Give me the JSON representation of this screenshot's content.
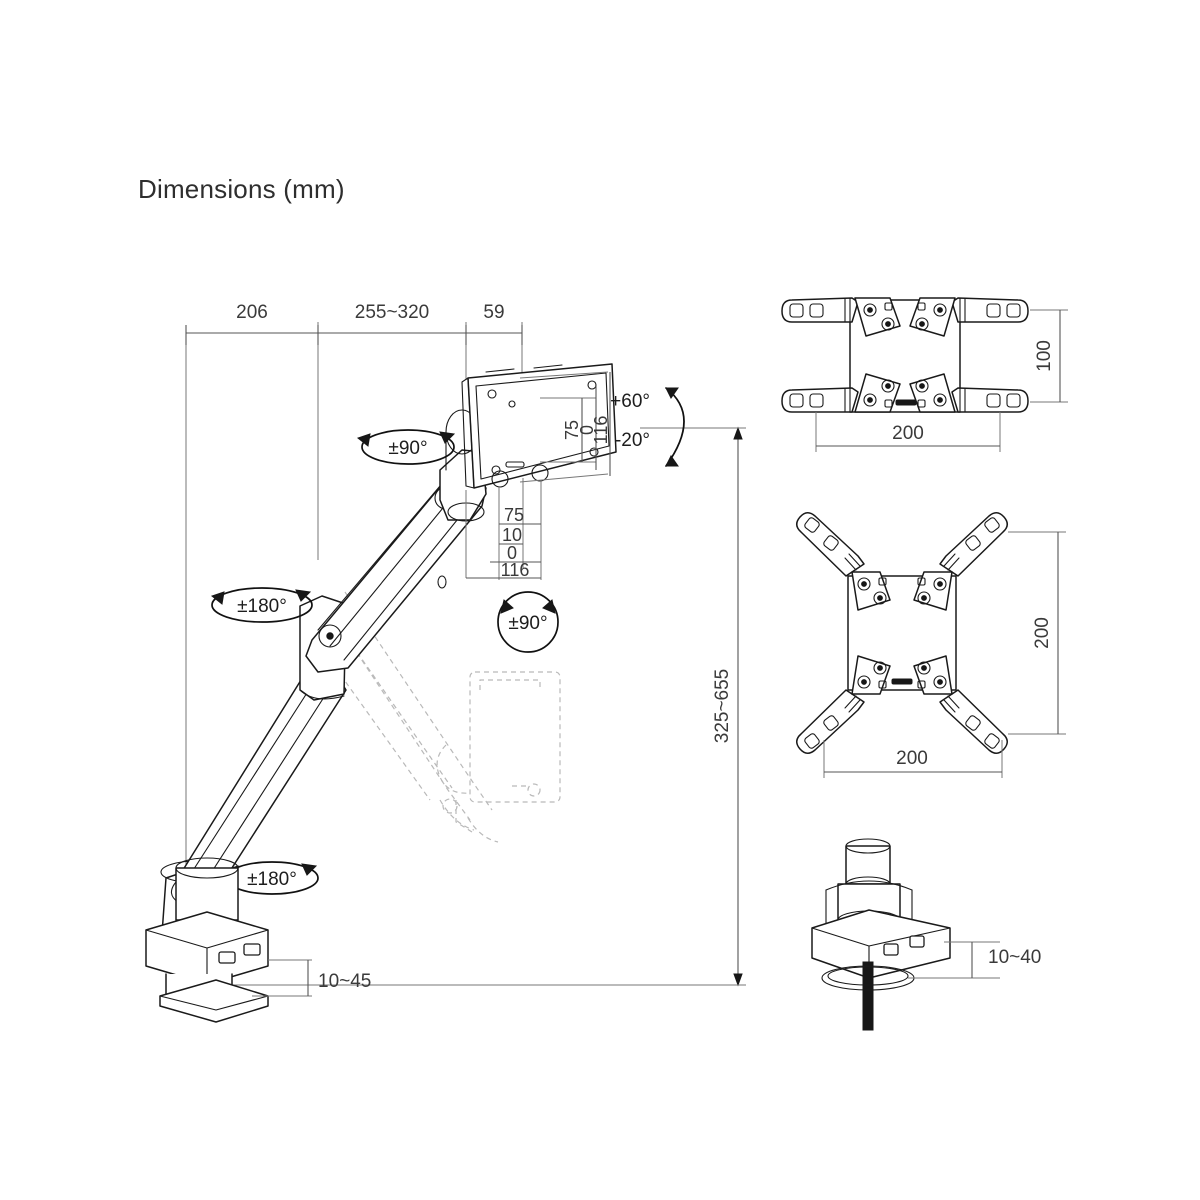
{
  "page": {
    "title": "Dimensions (mm)",
    "background_color": "#ffffff",
    "line_color": "#1a1a1a",
    "dimension_color": "#555555",
    "ghost_color": "#b9b9b9"
  },
  "main_view": {
    "name": "monitor-arm-side-view",
    "top_chain": {
      "segments": [
        {
          "label": "206"
        },
        {
          "label": "255~320"
        },
        {
          "label": "59"
        }
      ]
    },
    "vertical_right": {
      "label": "325~655"
    },
    "vesa_vertical_labels": [
      {
        "label": "75"
      },
      {
        "label": "0"
      },
      {
        "label": "116"
      }
    ],
    "vesa_horizontal_labels": [
      {
        "label": "75"
      },
      {
        "label": "10"
      },
      {
        "label": "0"
      },
      {
        "label": "116"
      }
    ],
    "tilt": {
      "up_label": "+60°",
      "down_label": "-20°"
    },
    "rotations": [
      {
        "id": "arm-upper-rotation",
        "label": "±90°",
        "style": "ellipse"
      },
      {
        "id": "post-rotation",
        "label": "±180°",
        "style": "ellipse"
      },
      {
        "id": "screen-rotation",
        "label": "±90°",
        "style": "circle"
      },
      {
        "id": "base-rotation",
        "label": "±180°",
        "style": "ellipse"
      }
    ],
    "clamp": {
      "label": "10~45"
    }
  },
  "vesa_small": {
    "name": "vesa-200x100-bracket",
    "width_label": "200",
    "height_label": "100"
  },
  "vesa_large": {
    "name": "vesa-200x200-bracket",
    "width_label": "200",
    "height_label": "200"
  },
  "grommet": {
    "name": "grommet-mount",
    "label": "10~40"
  }
}
